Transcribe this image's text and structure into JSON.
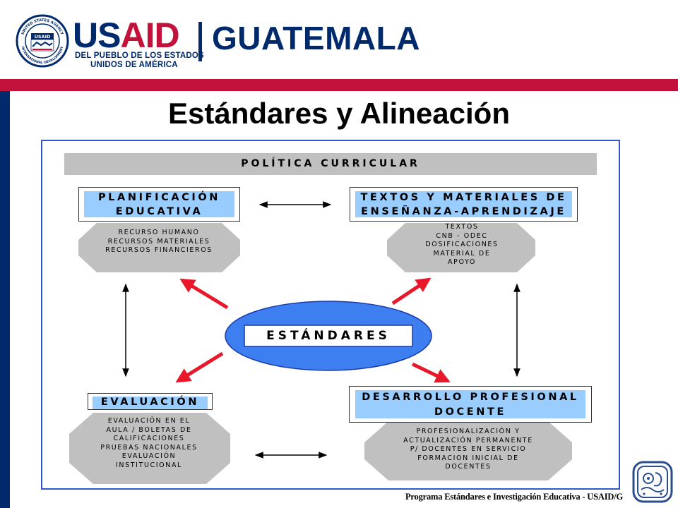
{
  "header": {
    "logo_word_us": "US",
    "logo_word_aid": "AID",
    "logo_tagline_line1": "DEL PUEBLO DE LOS ESTADOS",
    "logo_tagline_line2": "UNIDOS DE AMÉRICA",
    "country": "GUATEMALA",
    "seal_ring_top": "UNITED STATES AGENCY",
    "seal_ring_bottom": "INTERNATIONAL DEVELOPMENT",
    "seal_usaid": "USAID"
  },
  "title": "Estándares y Alineación",
  "diagram": {
    "policy": "POLÍTICA CURRICULAR",
    "center": "ESTÁNDARES",
    "planificacion": {
      "title_line1": "PLANIFICACIÓN",
      "title_line2": "EDUCATIVA",
      "items": [
        "RECURSO HUMANO",
        "RECURSOS MATERIALES",
        "RECURSOS FINANCIEROS"
      ]
    },
    "textos": {
      "title_line1": "TEXTOS Y MATERIALES DE",
      "title_line2": "ENSEÑANZA-APRENDIZAJE",
      "items": [
        "TEXTOS",
        "CNB - ODEC",
        "DOSIFICACIONES",
        "MATERIAL DE",
        "APOYO"
      ]
    },
    "evaluacion": {
      "title_line1": "EVALUACIÓN",
      "items": [
        "EVALUACIÓN EN EL",
        "AULA / BOLETAS DE",
        "CALIFICACIONES",
        "PRUEBAS NACIONALES",
        "EVALUACIÓN",
        "INSTITUCIONAL"
      ]
    },
    "desarrollo": {
      "title_line1": "DESARROLLO PROFESIONAL",
      "title_line2": "DOCENTE",
      "items": [
        "PROFESIONALIZACIÓN Y",
        "ACTUALIZACIÓN PERMANENTE",
        "P/ DOCENTES EN SERVICIO",
        "FORMACION INICIAL DE",
        "DOCENTES"
      ]
    }
  },
  "footer": "Programa Estándares e Investigación Educativa - USAID/G",
  "colors": {
    "navy": "#002a6c",
    "red": "#c2113a",
    "light_blue": "#99ccff",
    "ellipse_blue": "#3d7ff0",
    "grey": "#c0c0c0",
    "arrow_red": "#e8182a"
  },
  "icons": {
    "seal": "usaid-seal-icon",
    "glyph": "maya-glyph-icon"
  }
}
